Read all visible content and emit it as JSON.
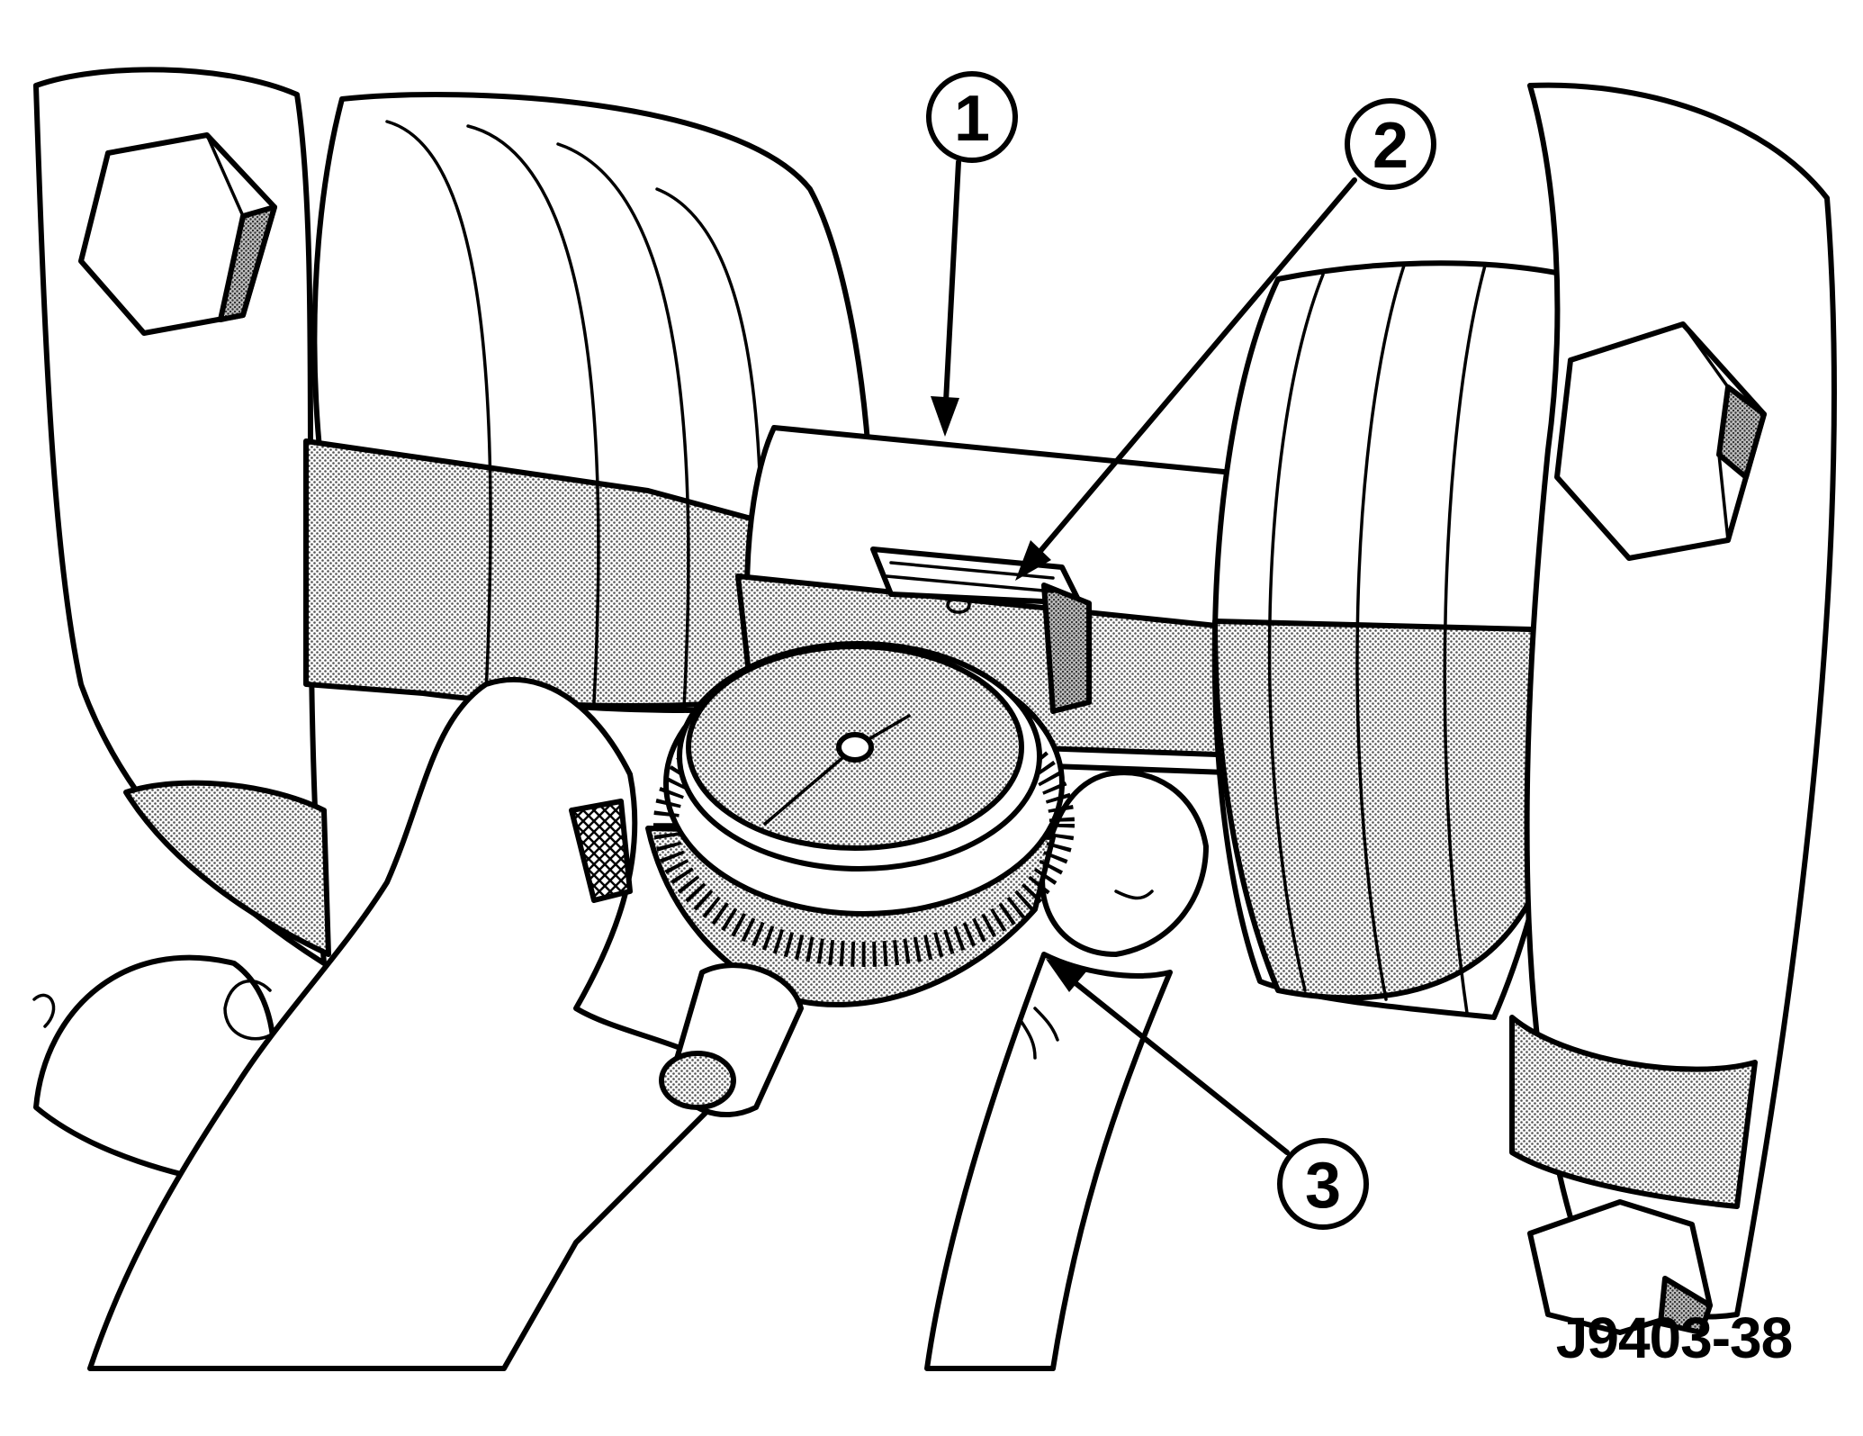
{
  "figure": {
    "id": "J9403-38",
    "callouts": [
      {
        "number": "1"
      },
      {
        "number": "2"
      },
      {
        "number": "3"
      }
    ],
    "colors": {
      "ink": "#000000",
      "paper": "#ffffff",
      "stipple": "#9a9a9a"
    }
  }
}
